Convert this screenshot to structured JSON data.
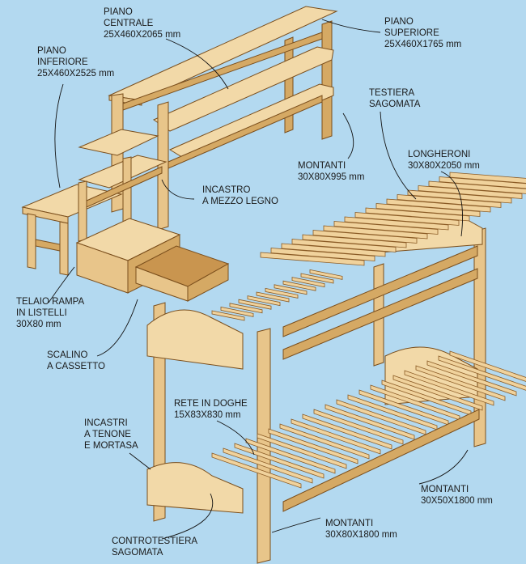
{
  "labels": {
    "piano_centrale": {
      "l1": "PIANO",
      "l2": "CENTRALE",
      "l3": "25X460X2065 mm"
    },
    "piano_superiore": {
      "l1": "PIANO",
      "l2": "SUPERIORE",
      "l3": "25X460X1765 mm"
    },
    "piano_inferiore": {
      "l1": "PIANO",
      "l2": "INFERIORE",
      "l3": "25X460X2525 mm"
    },
    "testiera": {
      "l1": "TESTIERA",
      "l2": "SAGOMATA"
    },
    "longheroni": {
      "l1": "LONGHERONI",
      "l2": "30X80X2050 mm"
    },
    "montanti_top": {
      "l1": "MONTANTI",
      "l2": "30X80X995 mm"
    },
    "incastro": {
      "l1": "INCASTRO",
      "l2": "A MEZZO LEGNO"
    },
    "telaio": {
      "l1": "TELAIO RAMPA",
      "l2": "IN LISTELLI",
      "l3": "30X80 mm"
    },
    "scalino": {
      "l1": "SCALINO",
      "l2": "A CASSETTO"
    },
    "rete": {
      "l1": "RETE IN DOGHE",
      "l2": "15X83X830 mm"
    },
    "incastri": {
      "l1": "INCASTRI",
      "l2": "A TENONE",
      "l3": "E MORTASA"
    },
    "montanti_right": {
      "l1": "MONTANTI",
      "l2": "30X50X1800 mm"
    },
    "montanti_bottom": {
      "l1": "MONTANTI",
      "l2": "30X80X1800 mm"
    },
    "controtestiera": {
      "l1": "CONTROTESTIERA",
      "l2": "SAGOMATA"
    }
  },
  "colors": {
    "background": "#b3d9f0",
    "wood": "#e8c58a",
    "wood_outline": "#7a4e1c"
  }
}
